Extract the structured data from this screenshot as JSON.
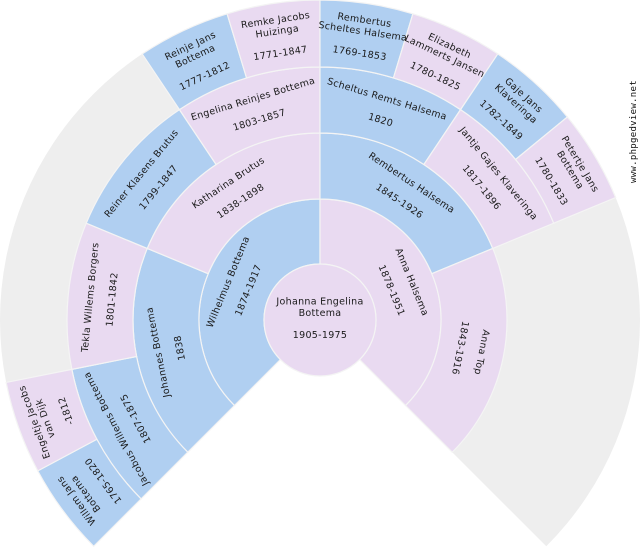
{
  "colors": {
    "male": "#b0cff1",
    "female": "#e9daf1",
    "unknown": "#eeeeee",
    "separator": "#f4f4f4"
  },
  "watermark": "www.phpgedview.net",
  "root": {
    "name_lines": [
      "Johanna Engelina",
      "Bottema"
    ],
    "dates": "1905-1975",
    "sex": "F"
  },
  "generations": [
    {
      "gen": 1,
      "people": [
        {
          "slot": 0,
          "sex": "M",
          "name_lines": [
            "Wilhelmus Bottema"
          ],
          "dates": "1874-1917"
        },
        {
          "slot": 1,
          "sex": "F",
          "name_lines": [
            "Anna Halsema"
          ],
          "dates": "1878-1951"
        }
      ]
    },
    {
      "gen": 2,
      "people": [
        {
          "slot": 0,
          "sex": "M",
          "name_lines": [
            "Johannes Bottema"
          ],
          "dates": "1838"
        },
        {
          "slot": 1,
          "sex": "F",
          "name_lines": [
            "Katharina Brutus"
          ],
          "dates": "1838-1898"
        },
        {
          "slot": 2,
          "sex": "M",
          "name_lines": [
            "Rembertus Halsema"
          ],
          "dates": "1845-1926"
        },
        {
          "slot": 3,
          "sex": "F",
          "name_lines": [
            "Anna Top"
          ],
          "dates": "1843-1916"
        }
      ]
    },
    {
      "gen": 3,
      "people": [
        {
          "slot": 0,
          "sex": "M",
          "name_lines": [
            "Jacobus Willems Bottema"
          ],
          "dates": "1807-1875"
        },
        {
          "slot": 1,
          "sex": "F",
          "name_lines": [
            "Tekla Willems Borgers"
          ],
          "dates": "1801-1842"
        },
        {
          "slot": 2,
          "sex": "M",
          "name_lines": [
            "Reiner Klasens Brutus"
          ],
          "dates": "1799-1847"
        },
        {
          "slot": 3,
          "sex": "F",
          "name_lines": [
            "Engelina Reinjes Bottema"
          ],
          "dates": "1803-1857"
        },
        {
          "slot": 4,
          "sex": "M",
          "name_lines": [
            "Scheltus Remts Halsema"
          ],
          "dates": "1820"
        },
        {
          "slot": 5,
          "sex": "F",
          "name_lines": [
            "Jantje Gajes Klaveringa"
          ],
          "dates": "1817-1896"
        }
      ]
    },
    {
      "gen": 4,
      "people": [
        {
          "slot": 0,
          "sex": "M",
          "name_lines": [
            "Willem Jans",
            "Bottema"
          ],
          "dates": "1765-1820"
        },
        {
          "slot": 1,
          "sex": "F",
          "name_lines": [
            "Engeltje Jacobs",
            "van Dijk"
          ],
          "dates": "-1812"
        },
        {
          "slot": 6,
          "sex": "M",
          "name_lines": [
            "Reinje Jans",
            "Bottema"
          ],
          "dates": "1777-1812"
        },
        {
          "slot": 7,
          "sex": "F",
          "name_lines": [
            "Remke Jacobs",
            "Huizinga"
          ],
          "dates": "1771-1847"
        },
        {
          "slot": 8,
          "sex": "M",
          "name_lines": [
            "Rembertus",
            "Scheltes Halsema"
          ],
          "dates": "1769-1853"
        },
        {
          "slot": 9,
          "sex": "F",
          "name_lines": [
            "Elizabeth",
            "Lammerts Jansen"
          ],
          "dates": "1780-1825"
        },
        {
          "slot": 10,
          "sex": "M",
          "name_lines": [
            "Gaje Jans",
            "Klaveringa"
          ],
          "dates": "1782-1849"
        },
        {
          "slot": 11,
          "sex": "F",
          "name_lines": [
            "Petertje Jans",
            "Bottema"
          ],
          "dates": "1780-1833"
        }
      ]
    }
  ]
}
